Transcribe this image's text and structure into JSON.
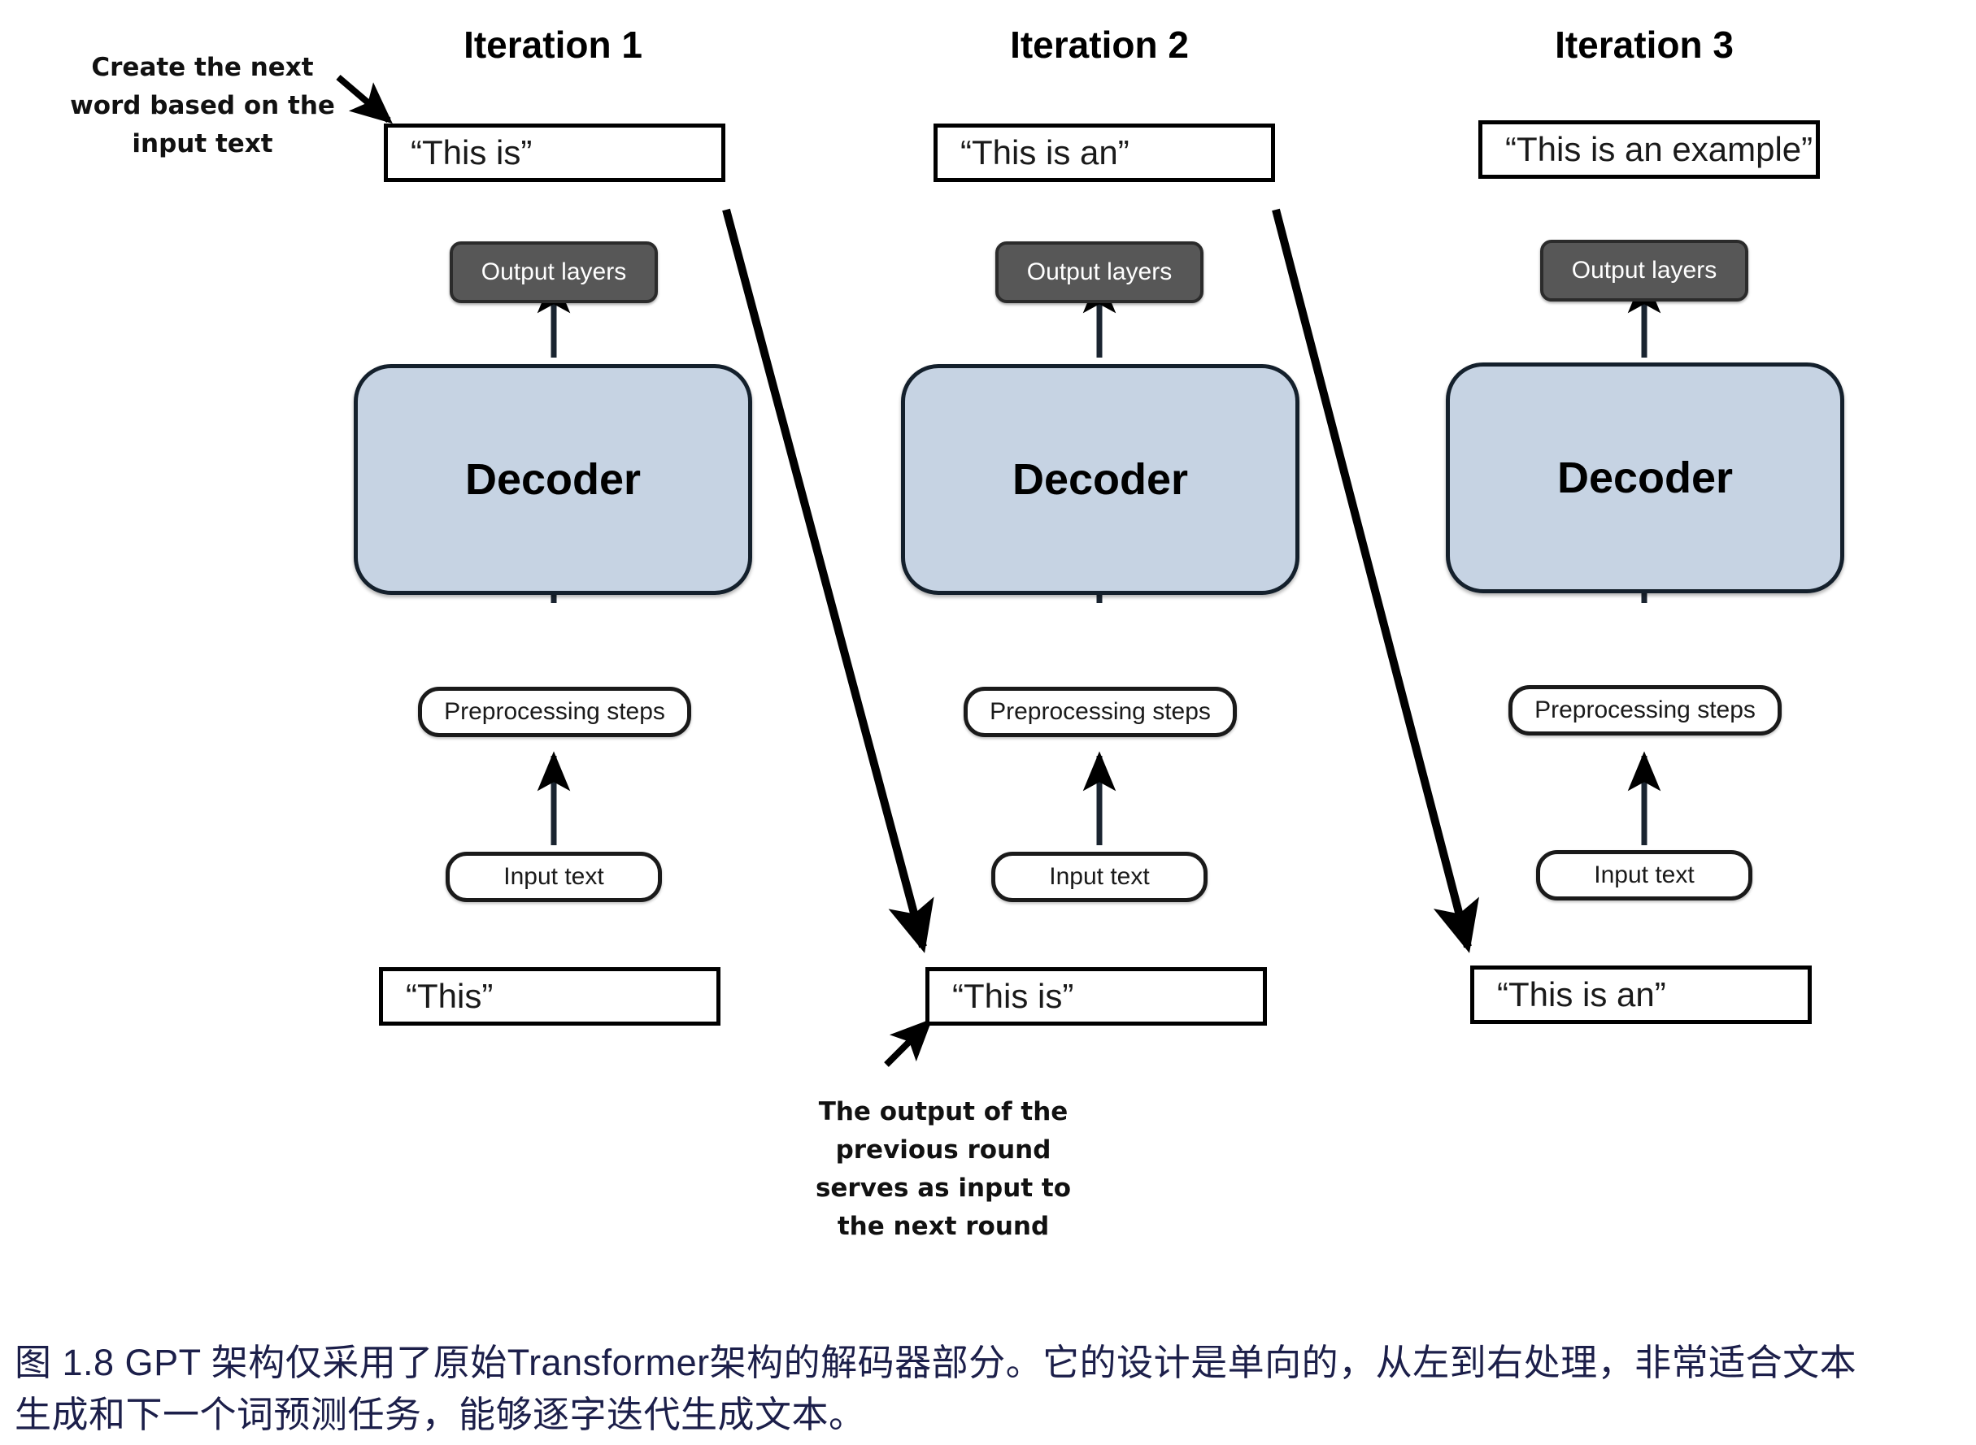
{
  "figure": {
    "columns": [
      {
        "id": "iteration-1",
        "title": "Iteration 1",
        "output_box": "“This is”",
        "output_layers": "Output layers",
        "decoder": "Decoder",
        "preprocessing": "Preprocessing steps",
        "input_text": "Input text",
        "input_box": "“This”"
      },
      {
        "id": "iteration-2",
        "title": "Iteration 2",
        "output_box": "“This is an”",
        "output_layers": "Output layers",
        "decoder": "Decoder",
        "preprocessing": "Preprocessing steps",
        "input_text": "Input text",
        "input_box": "“This is”"
      },
      {
        "id": "iteration-3",
        "title": "Iteration 3",
        "output_box": "“This is an example”",
        "output_layers": "Output layers",
        "decoder": "Decoder",
        "preprocessing": "Preprocessing steps",
        "input_text": "Input text",
        "input_box": "“This is an”"
      }
    ],
    "annotations": {
      "top_left": "Create the next\nword based on the\ninput text",
      "bottom_center": "The output of the\nprevious round\nserves as input to\nthe next round"
    },
    "colors": {
      "decoder_fill": "#c6d3e3",
      "output_layers_fill": "#575757",
      "stroke": "#000000",
      "caption_text": "#1c1f4a"
    }
  },
  "caption": {
    "line1": "图 1.8  GPT 架构仅采用了原始Transformer架构的解码器部分。它的设计是单向的，从左到右处理，非常适合文本",
    "line2": "生成和下一个词预测任务，能够逐字迭代生成文本。"
  }
}
